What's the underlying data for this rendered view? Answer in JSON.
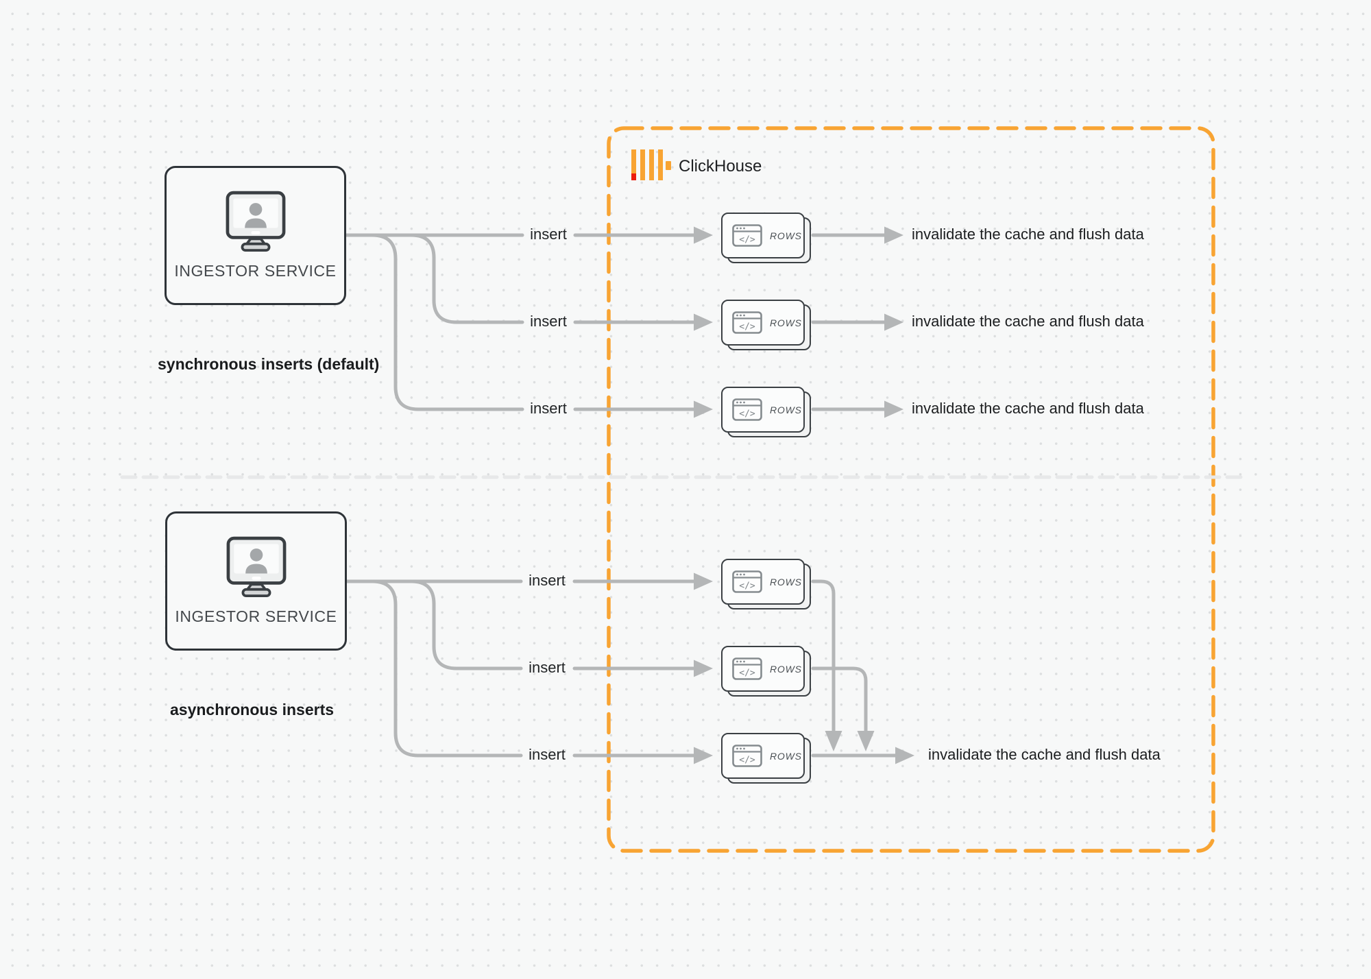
{
  "diagram": {
    "clickhouse": {
      "label": "ClickHouse"
    },
    "sync": {
      "ingestor_label": "INGESTOR SERVICE",
      "caption": "synchronous inserts (default)",
      "rows": [
        {
          "insert": "insert",
          "card": "ROWS",
          "result": "invalidate the cache and flush data"
        },
        {
          "insert": "insert",
          "card": "ROWS",
          "result": "invalidate the cache and flush data"
        },
        {
          "insert": "insert",
          "card": "ROWS",
          "result": "invalidate the cache and flush data"
        }
      ]
    },
    "async": {
      "ingestor_label": "INGESTOR SERVICE",
      "caption": "asynchronous inserts",
      "rows": [
        {
          "insert": "insert",
          "card": "ROWS"
        },
        {
          "insert": "insert",
          "card": "ROWS"
        },
        {
          "insert": "insert",
          "card": "ROWS",
          "result": "invalidate the cache and flush data"
        }
      ]
    },
    "icons": {
      "monitor": "monitor-user-icon",
      "code_window": "code-window-icon",
      "logo": "clickhouse-logo-icon",
      "code_glyph": "</>"
    },
    "colors": {
      "accent_orange": "#F8A433",
      "logo_red": "#EC1C0B",
      "connector_gray": "#B4B6B7",
      "border_dark": "#2E3338",
      "background": "#F7F8F8"
    }
  }
}
